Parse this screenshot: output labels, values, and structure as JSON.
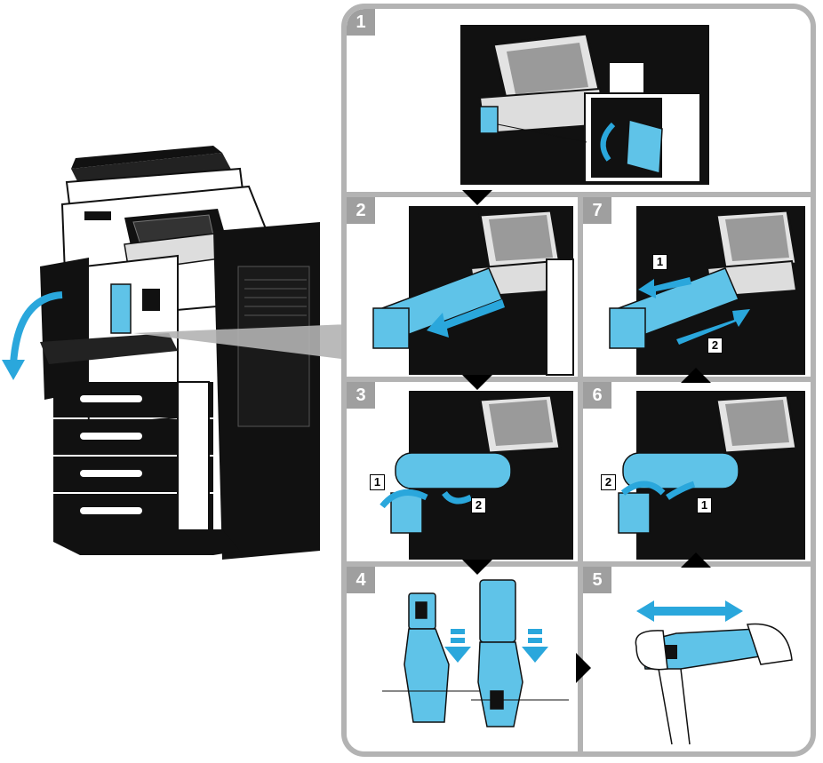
{
  "steps": [
    {
      "number": "1"
    },
    {
      "number": "2"
    },
    {
      "number": "3"
    },
    {
      "number": "4"
    },
    {
      "number": "5"
    },
    {
      "number": "6"
    },
    {
      "number": "7"
    }
  ],
  "callouts": {
    "step3_first": "1",
    "step3_second": "2",
    "step6_first": "1",
    "step6_second": "2",
    "step7_first": "1",
    "step7_second": "2"
  },
  "colors": {
    "toner_cyan": "#5fc3e8",
    "arrow_cyan": "#2aa7dc",
    "frame_gray": "#b3b3b3",
    "badge_gray": "#9f9f9f",
    "machine_black": "#111111"
  },
  "icons": [
    "door-open-arrow-icon",
    "pull-arrow-icon",
    "shake-arrow-icon",
    "insert-arrow-icon"
  ]
}
